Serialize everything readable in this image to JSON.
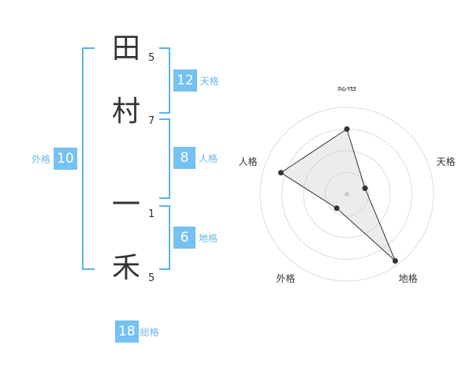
{
  "name": {
    "characters": [
      {
        "char": "田",
        "strokes": "5"
      },
      {
        "char": "村",
        "strokes": "7"
      },
      {
        "char": "一",
        "strokes": "1"
      },
      {
        "char": "禾",
        "strokes": "5"
      }
    ]
  },
  "fortune": {
    "tenkaku": {
      "value": "12",
      "label": "天格"
    },
    "jinkaku": {
      "value": "8",
      "label": "人格"
    },
    "chikaku": {
      "value": "6",
      "label": "地格"
    },
    "gaikaku": {
      "value": "10",
      "label": "外格"
    },
    "soukaku": {
      "value": "18",
      "label": "総格"
    }
  },
  "colors": {
    "accent": "#74c1f2",
    "bracket": "#5ab4ee",
    "label": "#6cb9ee",
    "text": "#333333"
  },
  "chart_data": {
    "type": "radar",
    "axes": [
      "総格",
      "天格",
      "地格",
      "外格",
      "人格"
    ],
    "values": [
      0.75,
      0.22,
      0.95,
      0.2,
      0.8
    ],
    "rings": 4,
    "range": [
      0,
      1
    ]
  }
}
